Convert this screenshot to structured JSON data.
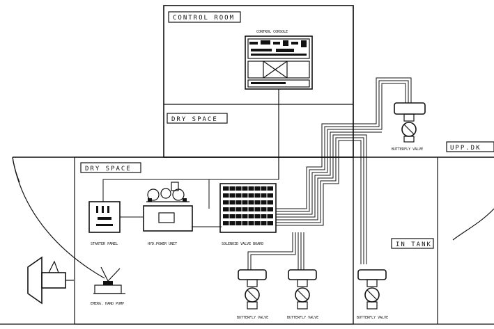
{
  "rooms": {
    "control_room": "CONTROL ROOM",
    "dry_space_upper": "DRY SPACE",
    "dry_space_lower": "DRY SPACE",
    "upp_deck": "UPP.DK",
    "in_tank": "IN TANK"
  },
  "components": {
    "control_console": "CONTROL CONSOLE",
    "starter_panel": "STARTER PANEL",
    "hyd_power_unit": "HYD.POWER UNIT",
    "solenoid_valve_board": "SOLENOID VALVE BOARD",
    "emerg_hand_pump": "EMERG. HAND PUMP",
    "butterfly_valve_top": "BUTTERFLY VALVE",
    "butterfly_valve_1": "BUTTERFLY VALVE",
    "butterfly_valve_2": "BUTTERFLY VALVE",
    "butterfly_valve_3": "BUTTERFLY VALVE"
  },
  "colors": {
    "line": "#111111",
    "background": "#ffffff"
  }
}
